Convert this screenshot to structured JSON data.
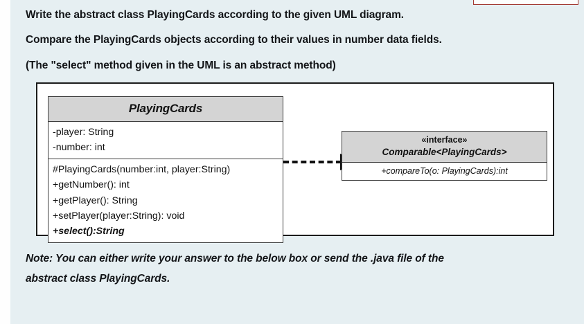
{
  "page": {
    "background_color": "#e6eff2",
    "canvas_color": "#ffffff"
  },
  "prompt": {
    "line1": "Write the abstract class PlayingCards according to the given UML diagram.",
    "line2": "Compare the PlayingCards objects according to their values in number data fields.",
    "line3": "(The \"select\" method given in the UML is an abstract method)"
  },
  "uml": {
    "class_box": {
      "name": "PlayingCards",
      "header_fill": "#d4d4d4",
      "attributes": [
        "-player: String",
        "-number: int"
      ],
      "methods": [
        "#PlayingCards(number:int, player:String)",
        "+getNumber(): int",
        "+getPlayer(): String",
        "+setPlayer(player:String): void"
      ],
      "abstract_methods": [
        "+select():String"
      ]
    },
    "relationship": {
      "type": "realization",
      "line_style": "dashed",
      "arrow_head": "filled-triangle"
    },
    "interface_box": {
      "stereotype": "«interface»",
      "name": "Comparable<PlayingCards>",
      "header_fill": "#d4d4d4",
      "methods": [
        "+compareTo(o: PlayingCards):int"
      ]
    }
  },
  "note": {
    "line1": "Note: You can either write your answer to the below box or send the .java file of the",
    "line2": "abstract class PlayingCards."
  },
  "clipped_box": {
    "border_color": "#a33a33"
  }
}
